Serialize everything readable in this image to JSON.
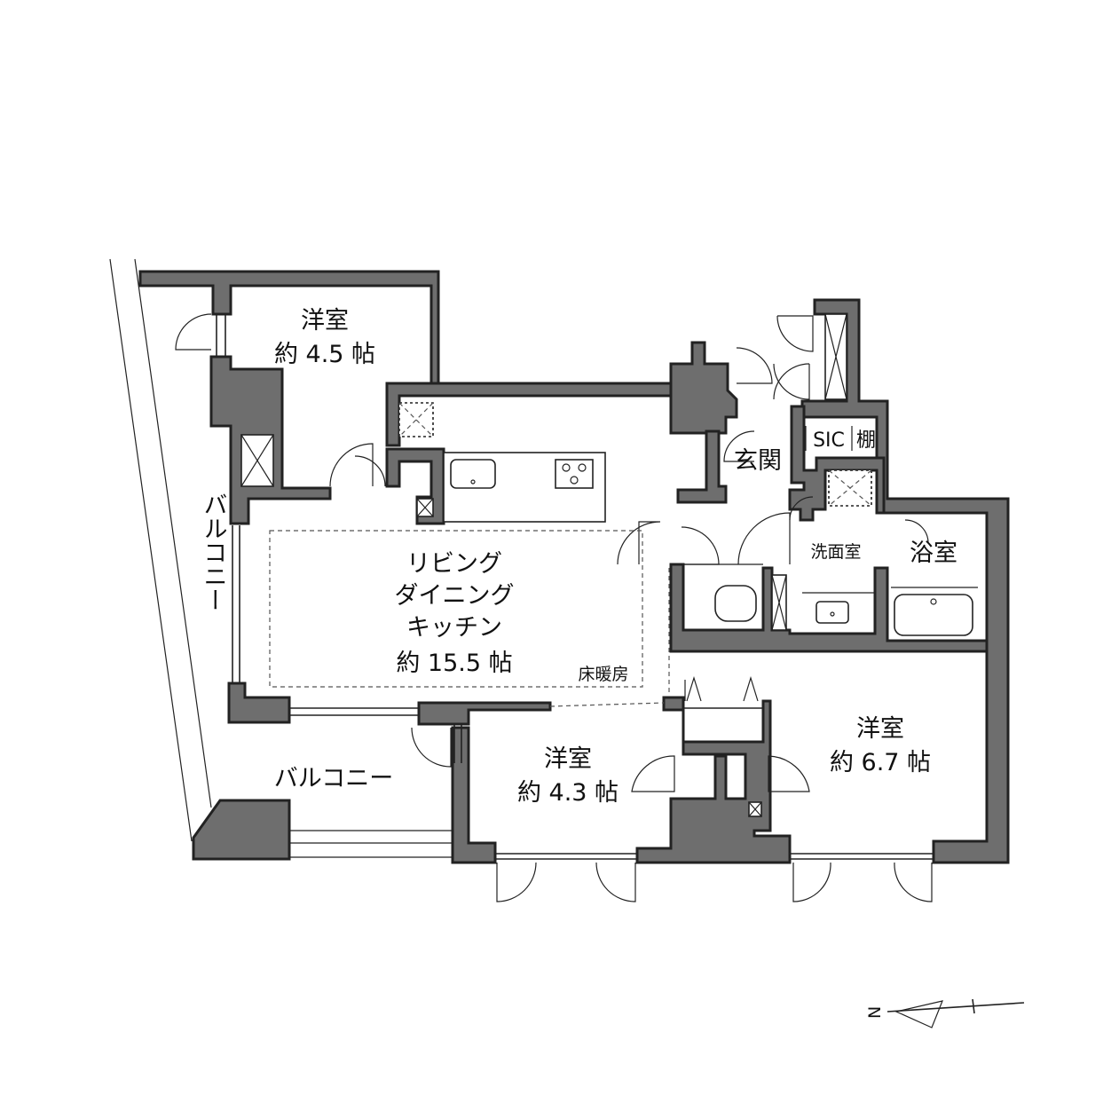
{
  "rooms": {
    "western_room_1": {
      "name": "洋室",
      "size": "約 4.5 帖"
    },
    "ldk": {
      "line1": "リビング",
      "line2": "ダイニング",
      "line3": "キッチン",
      "size": "約 15.5 帖",
      "floor_heating": "床暖房"
    },
    "western_room_2": {
      "name": "洋室",
      "size": "約 4.3 帖"
    },
    "western_room_3": {
      "name": "洋室",
      "size": "約 6.7 帖"
    },
    "entrance": "玄関",
    "sic": "SIC",
    "shelf": "棚",
    "washroom": "洗面室",
    "bathroom": "浴室",
    "balcony_side": "バルコニー",
    "balcony_bottom": "バルコニー"
  },
  "compass": {
    "north": "N"
  }
}
